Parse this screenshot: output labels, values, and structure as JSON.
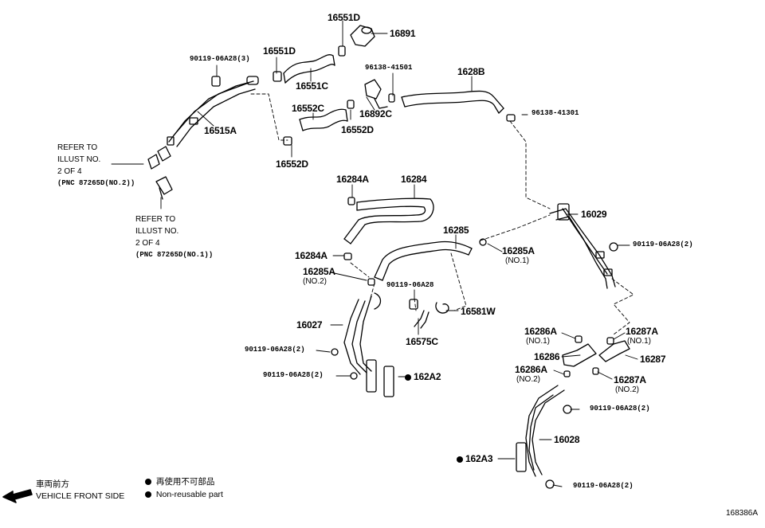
{
  "parts": {
    "p16551D_top": "16551D",
    "p16891": "16891",
    "p16551D_left": "16551D",
    "p90119_06A28_3": "90119-06A28(3)",
    "p96138_41501": "96138-41501",
    "p1628B": "1628B",
    "p16551C": "16551C",
    "p16892C": "16892C",
    "p16552C": "16552C",
    "p16552D_right": "16552D",
    "p16515A": "16515A",
    "p96138_41301": "96138-41301",
    "p16552D_bottom": "16552D",
    "p16284A_top": "16284A",
    "p16284": "16284",
    "p16029": "16029",
    "p16285": "16285",
    "p90119_06A28_2_a": "90119-06A28(2)",
    "p16284A_left": "16284A",
    "p16285A_right": "16285A",
    "p16285A_right_note": "(NO.1)",
    "p16285A_left": "16285A",
    "p16285A_left_note": "(NO.2)",
    "p90119_06A28_mid": "90119-06A28",
    "p16581W": "16581W",
    "p16027": "16027",
    "p16575C": "16575C",
    "p16286A_top": "16286A",
    "p16286A_top_note": "(NO.1)",
    "p16287A_top": "16287A",
    "p16287A_top_note": "(NO.1)",
    "p16286": "16286",
    "p16287": "16287",
    "p90119_06A28_2_b": "90119-06A28(2)",
    "p16286A_bottom": "16286A",
    "p16286A_bottom_note": "(NO.2)",
    "p16287A_bottom": "16287A",
    "p16287A_bottom_note": "(NO.2)",
    "p90119_06A28_2_c": "90119-06A28(2)",
    "p162A2": "162A2",
    "p90119_06A28_2_d": "90119-06A28(2)",
    "p16028": "16028",
    "p162A3": "162A3",
    "p90119_06A28_2_e": "90119-06A28(2)"
  },
  "refs": {
    "ref_upper": {
      "line1": "REFER TO",
      "line2": "ILLUST NO.",
      "line3": "2 OF 4",
      "pnc": "(PNC 87265D(NO.2))"
    },
    "ref_lower": {
      "line1": "REFER TO",
      "line2": "ILLUST NO.",
      "line3": "2 OF 4",
      "pnc": "(PNC 87265D(NO.1))"
    }
  },
  "legend": {
    "front_jp": "車両前方",
    "front_en": "VEHICLE FRONT SIDE",
    "nonreuse_jp": "再使用不可部品",
    "nonreuse_en": "Non-reusable part"
  },
  "illustration_id": "168386A"
}
